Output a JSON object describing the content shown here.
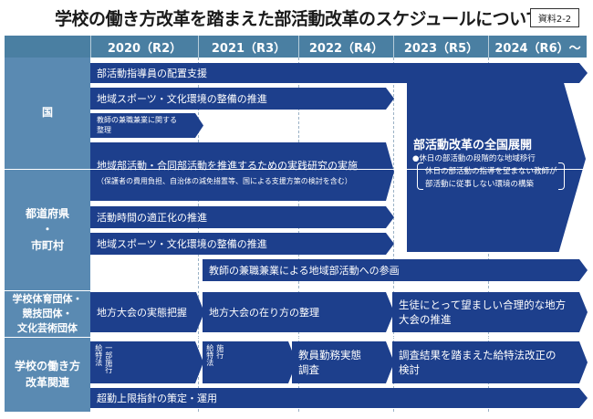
{
  "title": "学校の働き方改革を踏まえた部活動改革のスケジュールについて",
  "badge": "資料2-2",
  "header": {
    "years": [
      "2020（R2）",
      "2021（R3）",
      "2022（R4）",
      "2023（R5）",
      "2024（R6）〜"
    ]
  },
  "rows": {
    "national": "国",
    "prefecture": "都道府県\n・\n市町村",
    "sports_bodies": "学校体育団体・\n競技団体・\n文化芸術団体",
    "work_reform": "学校の働き方\n改革関連"
  },
  "arrows": {
    "coach_support": "部活動指導員の配置支援",
    "env_national": "地域スポーツ・文化環境の整備の推進",
    "side_job_1": "教師の兼職兼業に関する",
    "side_job_2": "整理",
    "research": "地域部活動・合同部活動を推進するための実践研究の実施",
    "research_sub": "（保護者の費用負担、自治体の減免措置等、国による支援方策の検討を含む）",
    "activity_time": "活動時間の適正化の推進",
    "env_local": "地域スポーツ・文化環境の整備の推進",
    "teacher_side_job": "教師の兼職兼業による地域部活動への参画",
    "tournament_grasp": "地方大会の実態把握",
    "tournament_way": "地方大会の在り方の整理",
    "tournament_ideal_1": "生徒にとって望ましい合理的な地方",
    "tournament_ideal_2": "大会の推進",
    "survey_1": "教員勤務実態",
    "survey_2": "調査",
    "law_revision_1": "調査結果を踏まえた給特法改正の",
    "law_revision_2": "検討",
    "overtime_limit": "超勤上限指針の策定・運用",
    "law_label_1": "給特法",
    "law_label_1b": "一部施行",
    "law_label_2": "給特法",
    "law_label_2b": "施行"
  },
  "big_block": {
    "title": "部活動改革の全国展開",
    "item1": "●休日の部活動の段階的な地域移行",
    "item2": "休日の部活動の指導を望まない教師が",
    "item3": "部活動に従事しない環境の構築"
  },
  "colors": {
    "header": "#4a7fa2",
    "row_label": "#5a8ab2",
    "arrow": "#1d3f8c"
  }
}
